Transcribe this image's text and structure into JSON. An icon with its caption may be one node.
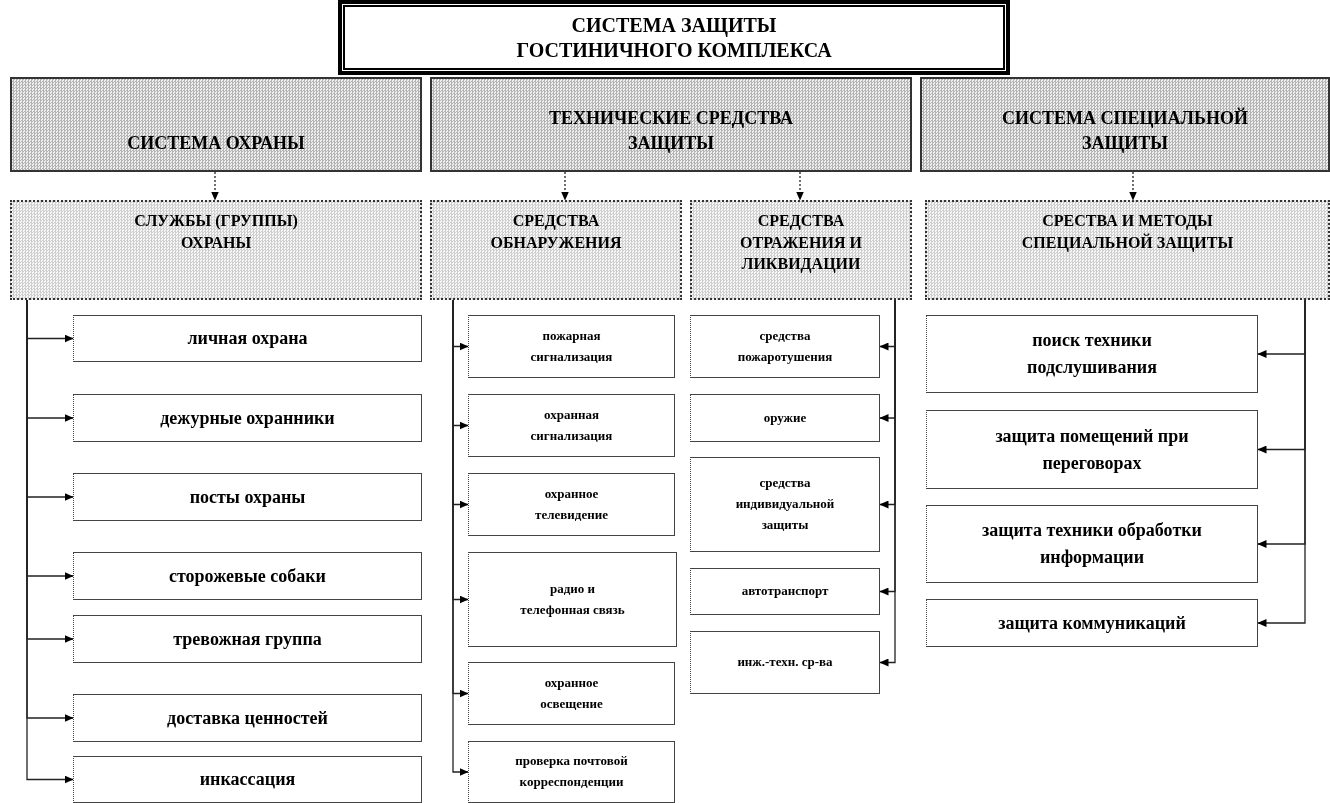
{
  "diagram": {
    "nodes": [
      {
        "text": [
          "СИСТЕМА ЗАЩИТЫ ГОСТИНИЧНОГО КОМПЛЕКСА"
        ]
      },
      {
        "text": [
          "СИСТЕМА ОХРАНЫ"
        ]
      },
      {
        "text": [
          "ТЕХНИЧЕСКИЕ СРЕДСТВА ЗАЩИТЫ"
        ]
      },
      {
        "text": [
          "СИСТЕМА СПЕЦИАЛЬНОЙ ЗАЩИТЫ"
        ]
      },
      {
        "text": [
          "СЛУЖБЫ (ГРУППЫ) ОХРАНЫ"
        ]
      },
      {
        "text": [
          "СРЕДСТВА ОБНАРУЖЕНИЯ"
        ]
      },
      {
        "text": [
          "СРЕДСТВА ОТРАЖЕНИЯ И ЛИКВИДАЦИИ"
        ]
      },
      {
        "text": [
          "СРЕСТВА И МЕТОДЫ СПЕЦИАЛЬНОЙ ЗАЩИТЫ"
        ]
      },
      {
        "text": [
          "личная охрана"
        ]
      },
      {
        "text": [
          "дежурные охранники"
        ]
      },
      {
        "text": [
          "посты охраны"
        ]
      },
      {
        "text": [
          "сторожевые собаки"
        ]
      },
      {
        "text": [
          "тревожная группа"
        ]
      },
      {
        "text": [
          "доставка ценностей"
        ]
      },
      {
        "text": [
          "инкассация"
        ]
      },
      {
        "text": [
          "пожарная сигнализация"
        ]
      },
      {
        "text": [
          "охранная сигнализация"
        ]
      },
      {
        "text": [
          "охранное телевидение"
        ]
      },
      {
        "text": [
          "радио и телефонная связь"
        ]
      },
      {
        "text": [
          "охранное освещение"
        ]
      },
      {
        "text": [
          "проверка почтовой корреспонденции"
        ]
      },
      {
        "text": [
          "средства пожаротушения"
        ]
      },
      {
        "text": [
          "оружие"
        ]
      },
      {
        "text": [
          "средства индивидуальной защиты"
        ]
      },
      {
        "text": [
          "автотранспорт"
        ]
      },
      {
        "text": [
          "инж.-техн. ср-ва"
        ]
      },
      {
        "text": [
          "поиск техники подслушивания"
        ]
      },
      {
        "text": [
          "защита помещений при переговорах"
        ]
      },
      {
        "text": [
          "защита техники обработки информации"
        ]
      },
      {
        "text": [
          "защита коммуникаций"
        ]
      }
    ],
    "edges": [
      {
        "from": 1,
        "to": 4,
        "arrow": "to",
        "style": "dashed"
      },
      {
        "from": 2,
        "to": 5,
        "arrow": "to",
        "style": "dashed"
      },
      {
        "from": 2,
        "to": 6,
        "arrow": "to",
        "style": "dashed"
      },
      {
        "from": 3,
        "to": 7,
        "arrow": "to",
        "style": "dashed"
      },
      {
        "from": 4,
        "to": 8,
        "arrow": "to"
      },
      {
        "from": 4,
        "to": 9,
        "arrow": "to"
      },
      {
        "from": 4,
        "to": 10,
        "arrow": "to"
      },
      {
        "from": 4,
        "to": 11,
        "arrow": "to"
      },
      {
        "from": 4,
        "to": 12,
        "arrow": "to"
      },
      {
        "from": 4,
        "to": 13,
        "arrow": "to"
      },
      {
        "from": 4,
        "to": 14,
        "arrow": "to"
      },
      {
        "from": 5,
        "to": 15,
        "arrow": "to"
      },
      {
        "from": 5,
        "to": 16,
        "arrow": "to"
      },
      {
        "from": 5,
        "to": 17,
        "arrow": "to"
      },
      {
        "from": 5,
        "to": 18,
        "arrow": "to"
      },
      {
        "from": 5,
        "to": 19,
        "arrow": "to"
      },
      {
        "from": 5,
        "to": 20,
        "arrow": "to"
      },
      {
        "from": 6,
        "to": 21,
        "arrow": "to"
      },
      {
        "from": 6,
        "to": 22,
        "arrow": "to"
      },
      {
        "from": 6,
        "to": 23,
        "arrow": "to"
      },
      {
        "from": 6,
        "to": 24,
        "arrow": "to"
      },
      {
        "from": 6,
        "to": 25,
        "arrow": "to"
      },
      {
        "from": 7,
        "to": 26,
        "arrow": "to"
      },
      {
        "from": 7,
        "to": 27,
        "arrow": "to"
      },
      {
        "from": 7,
        "to": 28,
        "arrow": "to"
      },
      {
        "from": 7,
        "to": 29,
        "arrow": "to"
      }
    ]
  }
}
